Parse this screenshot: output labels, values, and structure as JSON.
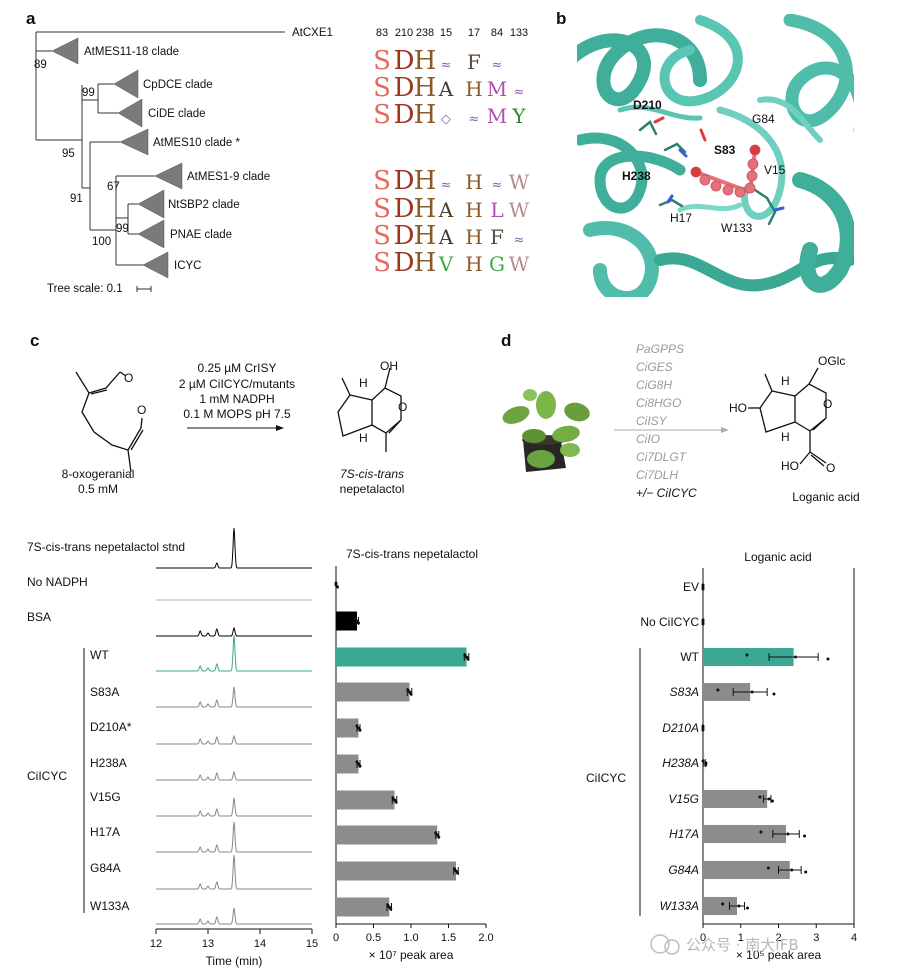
{
  "panels": {
    "a": "a",
    "b": "b",
    "c": "c",
    "d": "d"
  },
  "tree": {
    "root_label": "AtCXE1",
    "clades": [
      {
        "label": "AtMES11-18 clade"
      },
      {
        "label": "CpDCE clade"
      },
      {
        "label": "CiDE clade"
      },
      {
        "label": "AtMES10 clade *"
      },
      {
        "label": "AtMES1-9 clade"
      },
      {
        "label": "NtSBP2 clade"
      },
      {
        "label": "PNAE clade"
      },
      {
        "label": "ICYC"
      }
    ],
    "bootstraps": [
      "89",
      "99",
      "95",
      "91",
      "67",
      "99",
      "100"
    ],
    "scale_text": "Tree scale: 0.1"
  },
  "logo": {
    "positions": [
      "83",
      "210",
      "238",
      "15",
      "17",
      "84",
      "133"
    ],
    "rows": [
      [
        "S",
        "D",
        "H",
        "≈",
        "F",
        "≈",
        ""
      ],
      [
        "S",
        "D",
        "H",
        "A",
        "H",
        "M",
        "≈"
      ],
      [
        "S",
        "D",
        "H",
        "◇",
        "≈",
        "M",
        "Y"
      ],
      [
        "S",
        "D",
        "H",
        "≈",
        "H",
        "≈",
        "W"
      ],
      [
        "S",
        "D",
        "H",
        "A",
        "H",
        "L",
        "W"
      ],
      [
        "S",
        "D",
        "H",
        "A",
        "H",
        "F",
        "≈"
      ],
      [
        "S",
        "D",
        "H",
        "V",
        "H",
        "G",
        "W"
      ]
    ]
  },
  "structure": {
    "labels": [
      "D210",
      "G84",
      "S83",
      "H238",
      "V15",
      "H17",
      "W133"
    ],
    "bold_labels": [
      "D210",
      "S83",
      "H238"
    ]
  },
  "reaction_c": {
    "conditions": [
      "0.25 µM CrISY",
      "2 µM CiICYC/mutants",
      "1 mM NADPH",
      "0.1 M MOPS pH 7.5"
    ],
    "substrate": [
      "8-oxogeranial",
      "0.5 mM"
    ],
    "product_italic": "7S-cis-trans",
    "product": "nepetalactol",
    "oh": "OH",
    "h_top": "H",
    "h_bottom": "H",
    "o_ring": "O",
    "o_ald1": "O",
    "o_ald2": "O"
  },
  "pathway_d": {
    "enzymes": [
      "PaGPPS",
      "CiGES",
      "CiG8H",
      "Ci8HGO",
      "CiISY",
      "CiIO",
      "Ci7DLGT",
      "Ci7DLH"
    ],
    "plus_minus": "+/− CiICYC",
    "product": "Loganic acid",
    "oglc": "OGlc",
    "ho": "HO",
    "o_ring": "O",
    "cooh_ho": "HO",
    "cooh_o": "O",
    "h_top": "H",
    "h_bottom": "H"
  },
  "chromatograms": {
    "traces": [
      {
        "label": "7S-cis-trans nepetalactol stnd",
        "color": "#000000",
        "peak": 1.0
      },
      {
        "label": "No NADPH",
        "color": "#b0b0b0",
        "peak": 0.0
      },
      {
        "label": "BSA",
        "color": "#000000",
        "peak": 0.2
      },
      {
        "label": "WT",
        "color": "#3aa892",
        "peak": 0.9
      },
      {
        "label": "S83A",
        "color": "#888888",
        "peak": 0.5
      },
      {
        "label": "D210A*",
        "color": "#888888",
        "peak": 0.2
      },
      {
        "label": "H238A",
        "color": "#888888",
        "peak": 0.2
      },
      {
        "label": "V15G",
        "color": "#888888",
        "peak": 0.45
      },
      {
        "label": "H17A",
        "color": "#888888",
        "peak": 0.75
      },
      {
        "label": "G84A",
        "color": "#888888",
        "peak": 0.85
      },
      {
        "label": "W133A",
        "color": "#888888",
        "peak": 0.4
      }
    ],
    "group_label": "CiICYC",
    "xaxis": {
      "ticks": [
        "12",
        "13",
        "14",
        "15"
      ],
      "label": "Time (min)"
    }
  },
  "chart_data": [
    {
      "type": "bar",
      "orientation": "horizontal",
      "title": "7S-cis-trans nepetalactol",
      "categories": [
        "7S-cis-trans nepetalactol stnd",
        "No NADPH",
        "BSA",
        "WT",
        "S83A",
        "D210A*",
        "H238A",
        "V15G",
        "H17A",
        "G84A",
        "W133A"
      ],
      "values": [
        null,
        0.0,
        0.28,
        1.74,
        0.98,
        0.3,
        0.3,
        0.78,
        1.35,
        1.6,
        0.71
      ],
      "errors": [
        null,
        0.0,
        0.02,
        0.03,
        0.03,
        0.02,
        0.02,
        0.03,
        0.02,
        0.03,
        0.03
      ],
      "bar_colors": [
        "#ffffff",
        "#000000",
        "#000000",
        "#3aa892",
        "#8c8c8c",
        "#8c8c8c",
        "#8c8c8c",
        "#8c8c8c",
        "#8c8c8c",
        "#8c8c8c",
        "#8c8c8c"
      ],
      "xlim": [
        0,
        2.0
      ],
      "xticks": [
        "0",
        "0.5",
        "1.0",
        "1.5",
        "2.0"
      ],
      "xlabel": "× 10⁷ peak area"
    },
    {
      "type": "bar",
      "orientation": "horizontal",
      "title": "Loganic acid",
      "categories": [
        "EV",
        "No CiICYC",
        "WT",
        "S83A",
        "D210A",
        "H238A",
        "V15G",
        "H17A",
        "G84A",
        "W133A"
      ],
      "values": [
        0.0,
        0.0,
        2.4,
        1.25,
        0.0,
        0.03,
        1.7,
        2.2,
        2.3,
        0.9
      ],
      "errors": [
        0.0,
        0.0,
        0.65,
        0.45,
        0.0,
        0.03,
        0.1,
        0.35,
        0.3,
        0.2
      ],
      "bar_colors": [
        "#8c8c8c",
        "#8c8c8c",
        "#3aa892",
        "#8c8c8c",
        "#8c8c8c",
        "#8c8c8c",
        "#8c8c8c",
        "#8c8c8c",
        "#8c8c8c",
        "#8c8c8c"
      ],
      "xlim": [
        0,
        4
      ],
      "xticks": [
        "0",
        "1",
        "2",
        "3",
        "4"
      ],
      "xlabel": "× 10⁵ peak area",
      "group_label": "CiICYC"
    }
  ],
  "colors": {
    "teal": "#3aa892",
    "protein": "#4fc3b0",
    "ligand": "#e4717c",
    "bar_gray": "#8c8c8c"
  },
  "watermark": "公众号 · 南大IFB"
}
